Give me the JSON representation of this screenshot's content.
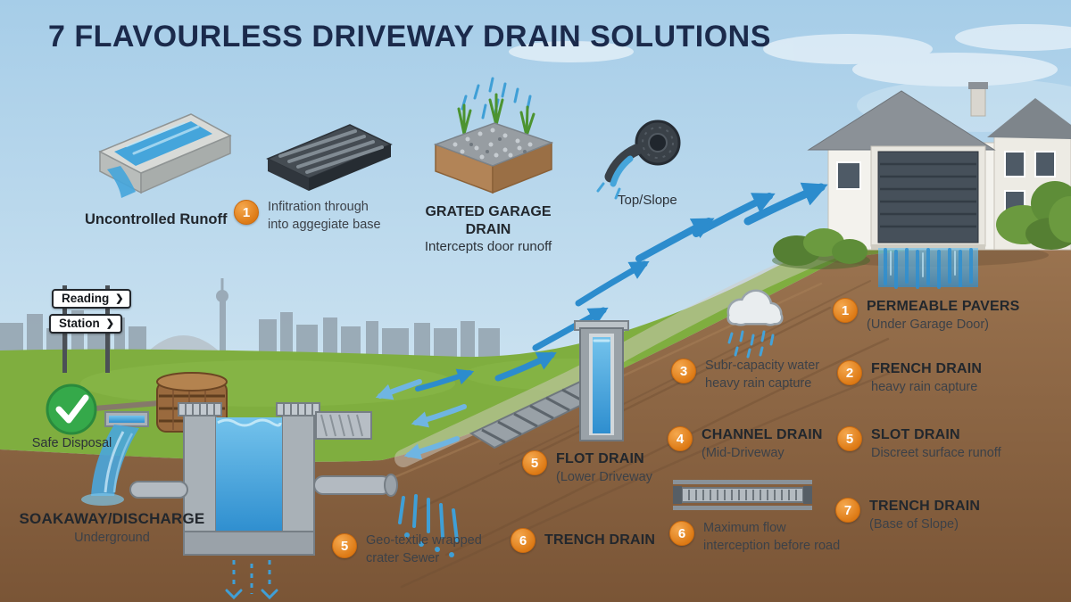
{
  "title": "7 FLAVOURLESS DRIVEWAY DRAIN SOLUTIONS",
  "colors": {
    "accent_orange": "#e07b1a",
    "navy": "#1b2a4b",
    "water_blue": "#3f9fd6",
    "grass_green": "#7fae3f",
    "soil_brown": "#8a6243"
  },
  "signs": [
    {
      "label": "Reading"
    },
    {
      "label": "Station"
    }
  ],
  "icons": {
    "check": "safe-disposal-check-icon",
    "cloud_rain": "rain-cloud-icon",
    "trench_bar": "trench-drain-cross-section-icon"
  },
  "labels": {
    "uncontrolled_runoff": "Uncontrolled Runoff",
    "grated_garage_drain_title": "GRATED GARAGE DRAIN",
    "grated_garage_drain_sub": "Intercepts door runoff",
    "top_slope": "Top/Slope",
    "safe_disposal": "Safe Disposal",
    "soakaway_title": "SOAKAWAY/DISCHARGE",
    "soakaway_sub": "Underground"
  },
  "callouts": [
    {
      "num": "1",
      "title": "Infitration through",
      "sub": "into aggegiate base"
    },
    {
      "num": "1",
      "title": "PERMEABLE PAVERS",
      "sub": "(Under Garage Door)"
    },
    {
      "num": "2",
      "title": "FRENCH DRAIN",
      "sub": "heavy rain capture"
    },
    {
      "num": "3",
      "title": "Subr-capacity water",
      "sub": "heavy rain capture"
    },
    {
      "num": "4",
      "title": "CHANNEL DRAIN",
      "sub": "(Mid-Driveway"
    },
    {
      "num": "5",
      "title": "SLOT DRAIN",
      "sub": "Discreet surface runoff"
    },
    {
      "num": "5",
      "title": "FLOT DRAIN",
      "sub": "(Lower Driveway"
    },
    {
      "num": "6",
      "title": "TRENCH DRAIN",
      "sub": ""
    },
    {
      "num": "6",
      "title": "Maximum flow",
      "sub": "interception before road"
    },
    {
      "num": "7",
      "title": "TRENCH DRAIN",
      "sub": "(Base of Slope)"
    },
    {
      "num": "5",
      "title": "Geo-textile wrapped",
      "sub": "crater Sewer"
    }
  ]
}
